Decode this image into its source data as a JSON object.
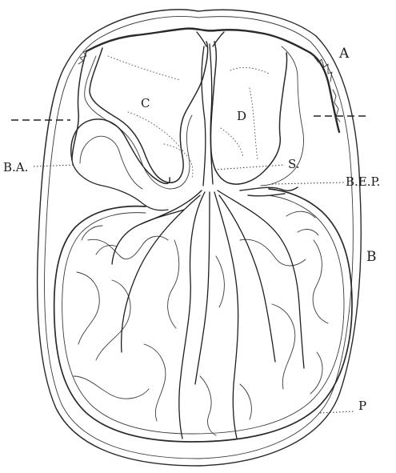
{
  "labels": {
    "A": "A",
    "B": "B",
    "C": "C",
    "D": "D",
    "S": "S.",
    "P": "P",
    "BA": "B.A.",
    "BEP": "B.E.P."
  },
  "colors": {
    "ink": "#2a2a2a",
    "background": "#ffffff"
  }
}
